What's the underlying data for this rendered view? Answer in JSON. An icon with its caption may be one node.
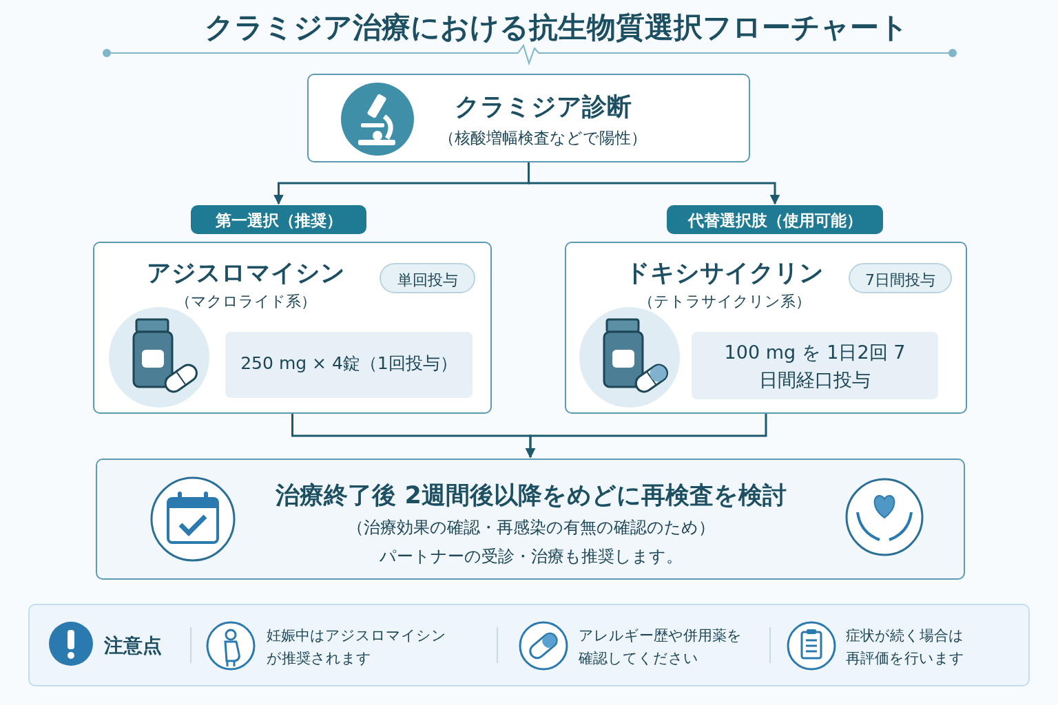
{
  "diagram": {
    "title": "クラミジア治療における抗生物質選択フローチャート",
    "nodes": [
      {
        "text": [
          "クラミジア診断",
          "（核酸増幅検査などで陽性）"
        ]
      },
      {
        "text": [
          "第一選択（推奨）"
        ]
      },
      {
        "text": [
          "アジスロマイシン",
          "（マクロライド系）"
        ]
      },
      {
        "text": [
          "単回投与"
        ],
        "in": 2
      },
      {
        "text": [
          "250 mg × 4錠（1回投与）"
        ],
        "in": 2
      },
      {
        "text": [
          "代替選択肢（使用可能）"
        ]
      },
      {
        "text": [
          "ドキシサイクリン",
          "（テトラサイクリン系）"
        ]
      },
      {
        "text": [
          "7日間投与"
        ],
        "in": 6
      },
      {
        "text": [
          "100 mg を 1日2回 7日間経口投与"
        ],
        "in": 6
      },
      {
        "text": [
          "治療終了後 2週間後以降をめどに再検査を検討",
          "（治療効果の確認・再感染の有無の確認のため）",
          "パートナーの受診・治療も推奨します。"
        ]
      },
      {
        "text": [
          "注意点",
          "妊娠中はアジスロマイシンが推奨されます",
          "アレルギー歴や併用薬を確認してください",
          "症状が続く場合は再評価を行います"
        ]
      }
    ],
    "edges": [
      {
        "from": 0,
        "to": 1,
        "arrow": "to"
      },
      {
        "from": 0,
        "to": 5,
        "arrow": "to"
      },
      {
        "from": 2,
        "to": 9,
        "arrow": "to"
      },
      {
        "from": 6,
        "to": 9,
        "arrow": "to"
      }
    ]
  }
}
